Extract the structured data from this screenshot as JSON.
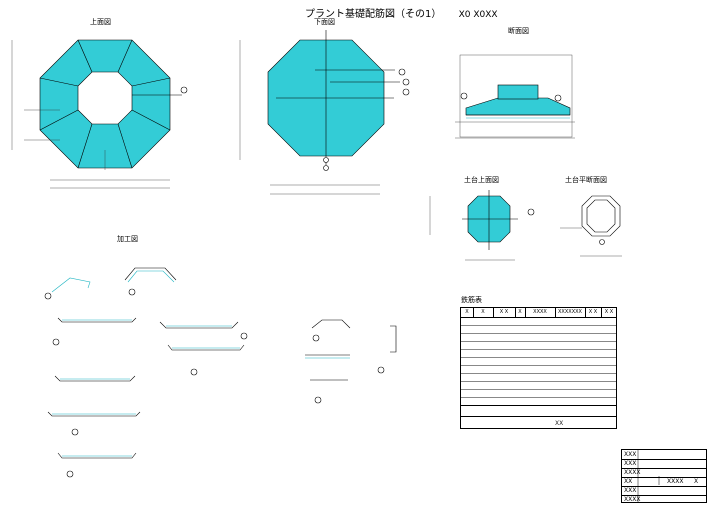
{
  "title": {
    "main": "プラント基礎配筋図（その1）",
    "num": "X0 X0XX"
  },
  "views": {
    "top": "上面図",
    "bottom": "下面図",
    "section": "断面図",
    "base_top": "土台上面図",
    "base_section": "土台平断面図",
    "process": "加工図",
    "schedule": "鉄筋表"
  },
  "table": {
    "headers": [
      "X",
      "X",
      "X X",
      "X",
      "XXXX",
      "XXXXXXX",
      "X X",
      "X X"
    ],
    "total_label": "XX",
    "rows": 14
  },
  "titleblock": {
    "rows": [
      "XXX",
      "XXX",
      "XXXX",
      "XX",
      "XXX",
      "XXXX"
    ],
    "drawing_no": "XXXX",
    "sheet": "X"
  },
  "colors": {
    "fill": "#33ccd6",
    "fill_dark": "#1fb5c2",
    "line": "#000000",
    "dim": "#333333"
  }
}
